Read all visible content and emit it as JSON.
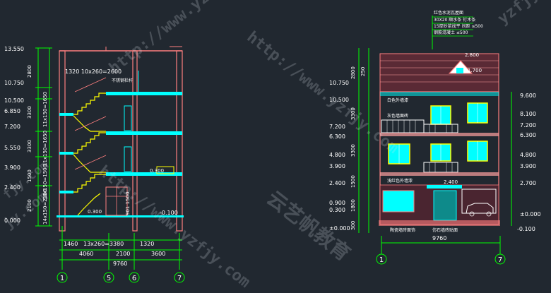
{
  "section": {
    "elevations_left": [
      "13.550",
      "10.750",
      "10.500",
      "6.850",
      "7.200",
      "5.550",
      "3.900",
      "2.400",
      "0.000",
      "-0.100"
    ],
    "dims_left": [
      "2800",
      "3300",
      "3300",
      "1500",
      "2100"
    ],
    "stair_dims": [
      "11x150=1650",
      "11x150=1650",
      "10x150=1500",
      "14x150=2100"
    ],
    "top_note": "1320  10x260=2600",
    "railing_note": "不锈钢栏杆",
    "landing_levels": [
      "0.300",
      "0.300"
    ],
    "pier_label": "901  1500",
    "bottom_dim1": [
      "1460",
      "13x260=3380",
      "1320"
    ],
    "bottom_dim2": [
      "4060",
      "2100",
      "3600"
    ],
    "bottom_total": "9760",
    "axes": [
      "1",
      "5",
      "6",
      "7"
    ]
  },
  "elevation": {
    "roof_notes": [
      "红色水泥瓦屋面",
      "30X20 顺水条  钉木条",
      "15厚砂浆找平  间距  ≤500",
      "钢筋混凝土  ≤500"
    ],
    "ridge_level": "2.800",
    "dormer_level": "1.700",
    "wall_labels": [
      "白色外墙漆",
      "灰色墙面砖",
      "浅红色外墙漆"
    ],
    "left_elevations": [
      "10.750",
      "10.500",
      "7.200",
      "6.300",
      "4.800",
      "3.900",
      "2.400",
      "0.900",
      "0.300",
      "±0.000"
    ],
    "left_dims": [
      "2800",
      "250",
      "3300",
      "3300",
      "1500",
      "1800",
      "300"
    ],
    "right_elevations": [
      "9.600",
      "8.100",
      "7.200",
      "6.300",
      "4.800",
      "3.900",
      "2.700",
      "±0.000",
      "-0.100"
    ],
    "canopy_level": "2.400",
    "base_labels": [
      "陶瓷墙砖面饰",
      "仿石墙砖贴面"
    ],
    "total_dim": "9760",
    "axes": [
      "1",
      "7"
    ]
  },
  "watermarks": {
    "url": "http://www.yzfjy.com",
    "brand": "云艺帆教育",
    "corner": "yzfjy",
    "frag1": "jy.com",
    "frag2": "fjy.com"
  },
  "colors": {
    "background": "#212830",
    "wall": "#ff7f7f",
    "slab": "#00ffff",
    "stair": "#ffff00",
    "dim": "#00ff00",
    "text": "#ffffff"
  }
}
